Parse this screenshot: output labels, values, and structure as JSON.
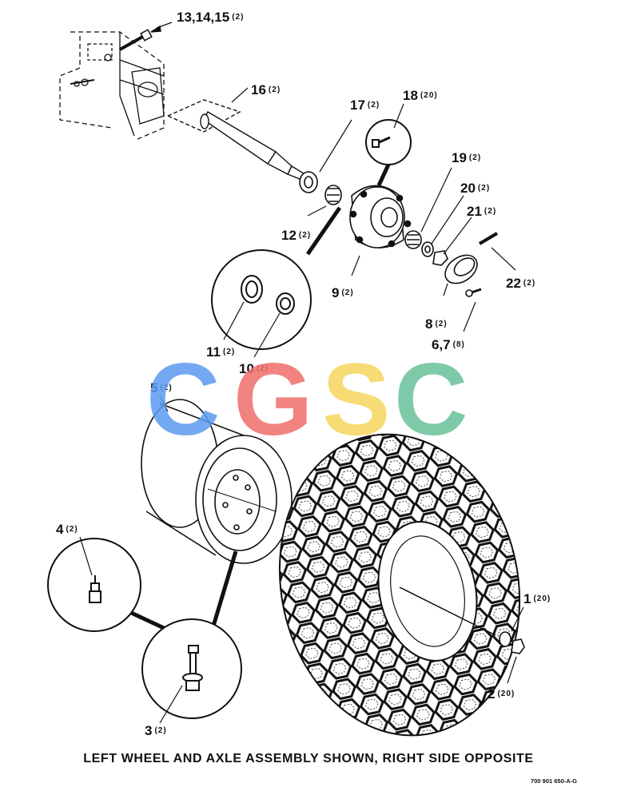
{
  "callouts": [
    {
      "num": "13,14,15",
      "qty": "(2)"
    },
    {
      "num": "16",
      "qty": "(2)"
    },
    {
      "num": "17",
      "qty": "(2)"
    },
    {
      "num": "18",
      "qty": "(20)"
    },
    {
      "num": "19",
      "qty": "(2)"
    },
    {
      "num": "20",
      "qty": "(2)"
    },
    {
      "num": "21",
      "qty": "(2)"
    },
    {
      "num": "12",
      "qty": "(2)"
    },
    {
      "num": "22",
      "qty": "(2)"
    },
    {
      "num": "9",
      "qty": "(2)"
    },
    {
      "num": "8",
      "qty": "(2)"
    },
    {
      "num": "11",
      "qty": "(2)"
    },
    {
      "num": "10",
      "qty": "(2)"
    },
    {
      "num": "6,7",
      "qty": "(8)"
    },
    {
      "num": "5",
      "qty": "(2)"
    },
    {
      "num": "4",
      "qty": "(2)"
    },
    {
      "num": "1",
      "qty": "(20)"
    },
    {
      "num": "2",
      "qty": "(20)"
    },
    {
      "num": "3",
      "qty": "(2)"
    }
  ],
  "watermark": {
    "letters": [
      "C",
      "G",
      "S",
      "C"
    ],
    "colors": [
      "#5b9bf0",
      "#ef6f6c",
      "#f6d55c",
      "#68c19a"
    ]
  },
  "caption": "LEFT WHEEL AND AXLE ASSEMBLY SHOWN, RIGHT SIDE OPPOSITE",
  "drawing_number": "700 901 650-A-G"
}
